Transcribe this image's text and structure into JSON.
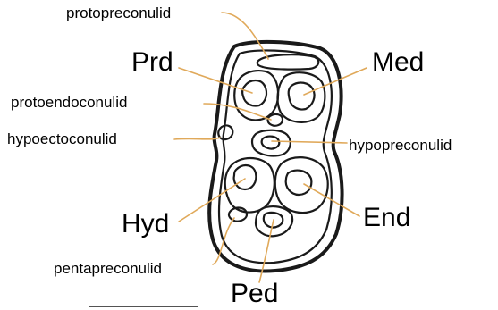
{
  "labels": {
    "protopreconulid": "protopreconulid",
    "prd": "Prd",
    "med": "Med",
    "protoendoconulid": "protoendoconulid",
    "hypoectoconulid": "hypoectoconulid",
    "hypopreconulid": "hypopreconulid",
    "hyd": "Hyd",
    "end": "End",
    "pentapreconulid": "pentapreconulid",
    "ped": "Ped"
  },
  "colors": {
    "outline": "#1a1a1a",
    "leader_line": "#e0a95a",
    "text": "#000000",
    "background": "#ffffff"
  }
}
